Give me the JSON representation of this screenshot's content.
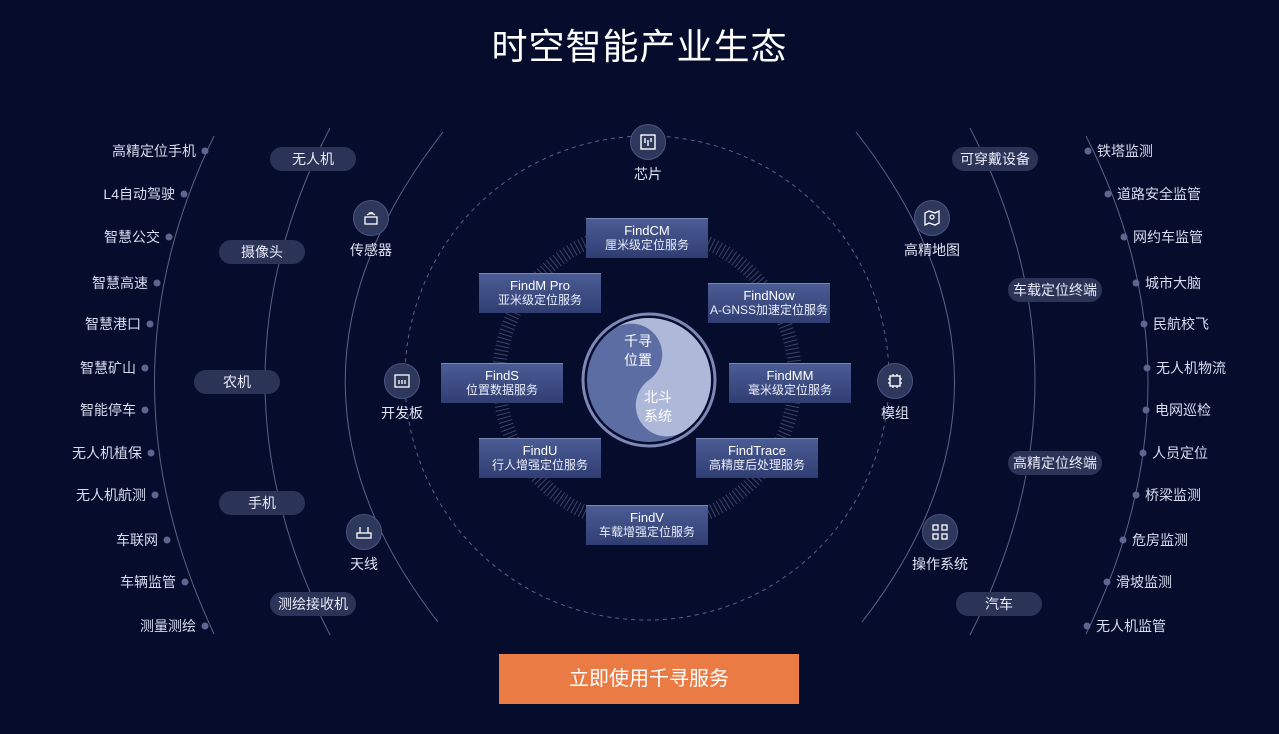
{
  "title": "时空智能产业生态",
  "left_apps": [
    "高精定位手机",
    "L4自动驾驶",
    "智慧公交",
    "智慧高速",
    "智慧港口",
    "智慧矿山",
    "智能停车",
    "无人机植保",
    "无人机航测",
    "车联网",
    "车辆监管",
    "测量测绘"
  ],
  "right_apps": [
    "铁塔监测",
    "道路安全监管",
    "网约车监管",
    "城市大脑",
    "民航校飞",
    "无人机物流",
    "电网巡检",
    "人员定位",
    "桥梁监测",
    "危房监测",
    "滑坡监测",
    "无人机监管"
  ],
  "left_devices": [
    "无人机",
    "摄像头",
    "农机",
    "手机",
    "测绘接收机"
  ],
  "right_devices": [
    "可穿戴设备",
    "车载定位终端",
    "高精定位终端",
    "汽车"
  ],
  "hardware": {
    "chip": "芯片",
    "map": "高精地图",
    "module": "模组",
    "os": "操作系统",
    "antenna": "天线",
    "devboard": "开发板",
    "sensor": "传感器"
  },
  "services": [
    {
      "name": "FindCM",
      "desc": "厘米级定位服务"
    },
    {
      "name": "FindNow",
      "desc": "A-GNSS加速定位服务"
    },
    {
      "name": "FindMM",
      "desc": "毫米级定位服务"
    },
    {
      "name": "FindTrace",
      "desc": "高精度后处理服务"
    },
    {
      "name": "FindV",
      "desc": "车载增强定位服务"
    },
    {
      "name": "FindU",
      "desc": "行人增强定位服务"
    },
    {
      "name": "FindS",
      "desc": "位置数据服务"
    },
    {
      "name": "FindM Pro",
      "desc": "亚米级定位服务"
    }
  ],
  "center": {
    "top_line1": "千寻",
    "top_line2": "位置",
    "bottom_line1": "北斗",
    "bottom_line2": "系统"
  },
  "cta": "立即使用千寻服务",
  "colors": {
    "background": "#060c2c",
    "cta": "#ea7b45",
    "service_box": "#3d4c85",
    "pill": "#2b3457"
  }
}
